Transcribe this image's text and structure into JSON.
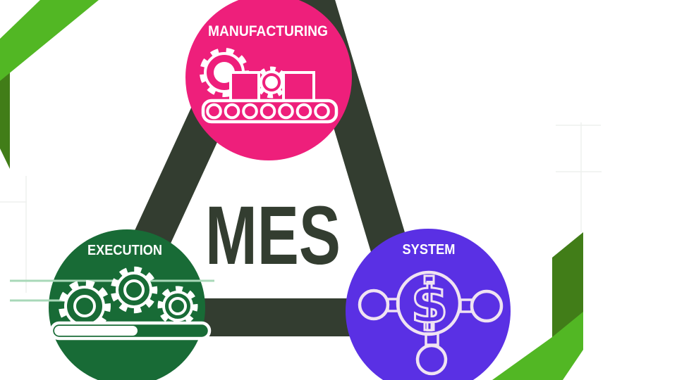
{
  "palette": {
    "background": "#ffffff",
    "pink": "#ee1f7b",
    "node_green": "#186b36",
    "violet": "#5a30e4",
    "olive": "#333d30",
    "ribbon_bright_green": "#52b724",
    "ribbon_dark_green": "#417d18",
    "icon_stroke": "#ffffff",
    "system_icon_stroke": "#f0e3f2",
    "speed_line_green": "#a8d8b8",
    "faint_line_gray": "#eef1ee"
  },
  "title": {
    "acronym": "MES"
  },
  "nodes": {
    "manufacturing": {
      "label": "MANUFACTURING",
      "icon": "conveyor-gears-icon"
    },
    "execution": {
      "label": "EXECUTION",
      "icon": "gears-progress-bar-icon"
    },
    "system": {
      "label": "SYSTEM",
      "icon": "dollar-network-icon",
      "symbol": "$"
    }
  }
}
